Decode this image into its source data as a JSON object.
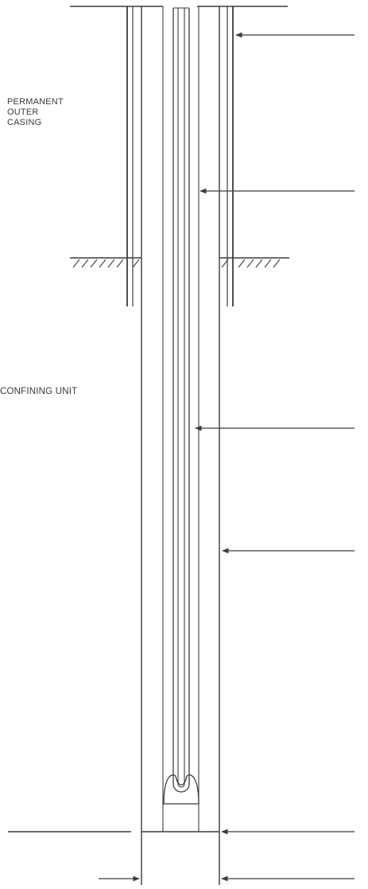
{
  "labels": {
    "casing_line1": "PERMANENT",
    "casing_line2": "OUTER",
    "casing_line3": "CASING",
    "confining_unit": "CONFINING UNIT"
  },
  "colors": {
    "line": "#3c3c3c",
    "text": "#3a3a3a",
    "background": "#ffffff"
  }
}
